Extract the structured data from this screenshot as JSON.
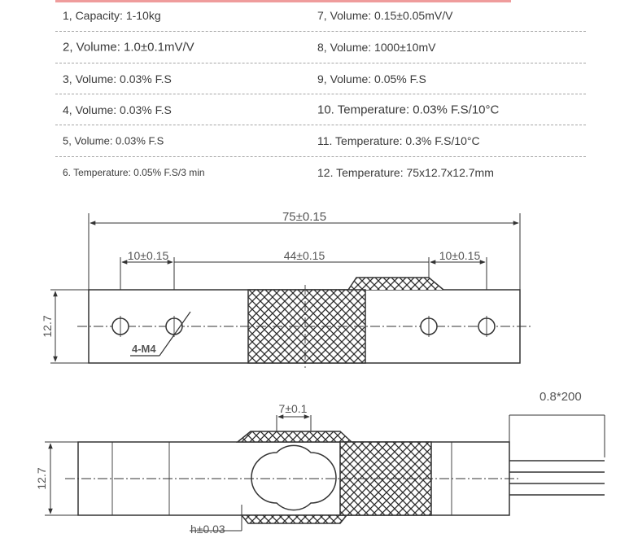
{
  "specs": {
    "rows": [
      {
        "left": "1, Capacity: 1-10kg",
        "right": "7, Volume: 0.15±0.05mV/V"
      },
      {
        "left": "2, Volume: 1.0±0.1mV/V",
        "right": "8, Volume: 1000±10mV"
      },
      {
        "left": "3, Volume: 0.03% F.S",
        "right": "9, Volume: 0.05% F.S"
      },
      {
        "left": "4, Volume: 0.03% F.S",
        "right": "10. Temperature: 0.03% F.S/10°C"
      },
      {
        "left": "5, Volume: 0.03% F.S",
        "right": "11. Temperature: 0.3% F.S/10°C"
      },
      {
        "left": "6. Temperature: 0.05% F.S/3 min",
        "right": "12. Temperature: 75x12.7x12.7mm"
      }
    ]
  },
  "drawing": {
    "overall_length": "75±0.15",
    "hole_spacing_left": "10±0.15",
    "center_length": "44±0.15",
    "hole_spacing_right": "10±0.15",
    "height_top": "12.7",
    "hole_callout": "4-M4",
    "bridge_width": "7±0.1",
    "cable_spec": "0.8*200",
    "height_bottom": "12.7",
    "web_thickness": "h±0.03"
  },
  "colors": {
    "line": "#333333",
    "text": "#555555",
    "accent": "#e24a4a"
  }
}
